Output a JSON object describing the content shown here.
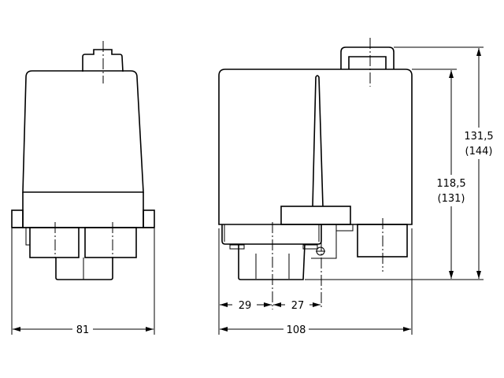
{
  "title": "Pressure switch dimensional drawing",
  "views": {
    "side": {
      "width_label": "81"
    },
    "front": {
      "width_label": "108",
      "offset_left_label": "29",
      "offset_mid_label": "27",
      "height_inner_label": "118,5",
      "height_inner_alt_label": "(131)",
      "height_outer_label": "131,5",
      "height_outer_alt_label": "(144)"
    }
  },
  "colors": {
    "line": "#000000",
    "background": "#ffffff"
  }
}
